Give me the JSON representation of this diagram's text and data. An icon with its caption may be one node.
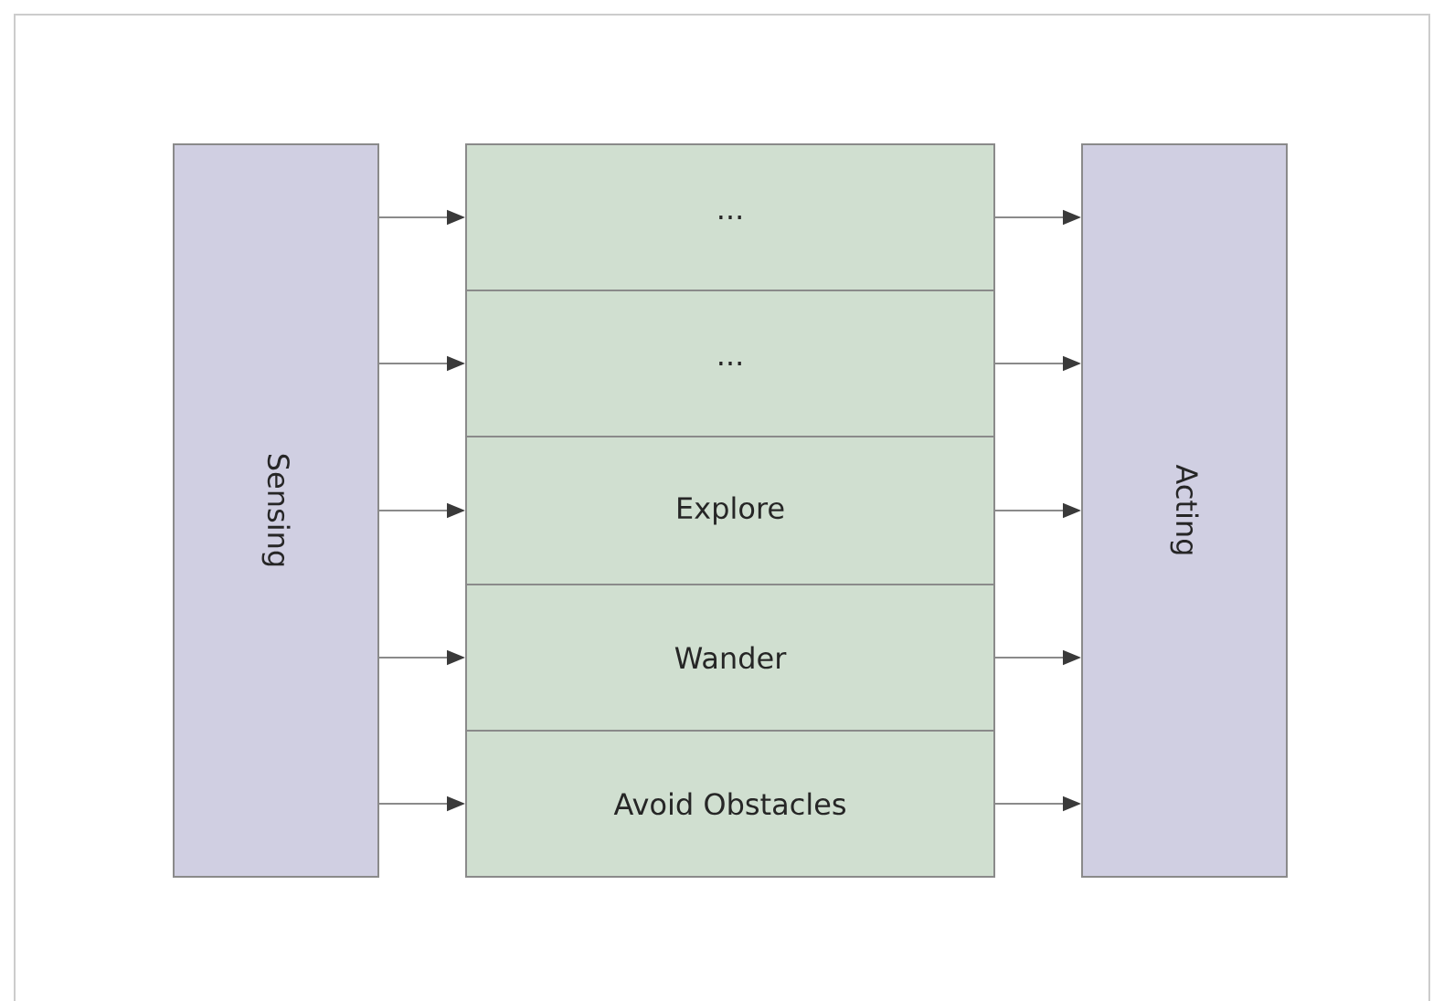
{
  "diagram": {
    "nodes": [
      {
        "text": [
          "Sensing"
        ]
      },
      {
        "text": [
          "..."
        ]
      },
      {
        "text": [
          "..."
        ]
      },
      {
        "text": [
          "Explore"
        ]
      },
      {
        "text": [
          "Wander"
        ]
      },
      {
        "text": [
          "Avoid Obstacles"
        ]
      },
      {
        "text": [
          "Acting"
        ]
      }
    ],
    "edges": [
      {
        "from": 0,
        "to": 1,
        "arrow": "to"
      },
      {
        "from": 0,
        "to": 2,
        "arrow": "to"
      },
      {
        "from": 0,
        "to": 3,
        "arrow": "to"
      },
      {
        "from": 0,
        "to": 4,
        "arrow": "to"
      },
      {
        "from": 0,
        "to": 5,
        "arrow": "to"
      },
      {
        "from": 1,
        "to": 6,
        "arrow": "to"
      },
      {
        "from": 2,
        "to": 6,
        "arrow": "to"
      },
      {
        "from": 3,
        "to": 6,
        "arrow": "to"
      },
      {
        "from": 4,
        "to": 6,
        "arrow": "to"
      },
      {
        "from": 5,
        "to": 6,
        "arrow": "to"
      }
    ]
  }
}
